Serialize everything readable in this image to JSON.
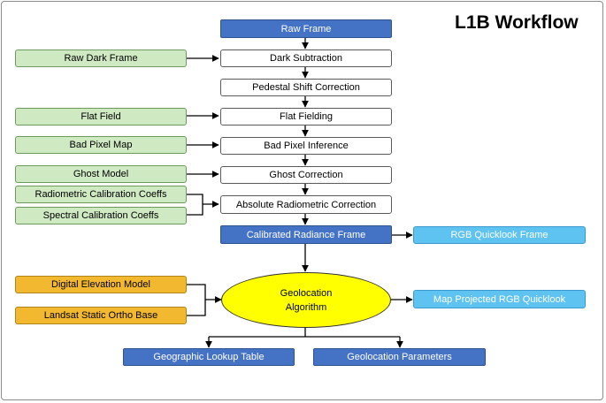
{
  "title": "L1B Workflow",
  "main_chain": {
    "raw_frame": "Raw Frame",
    "dark_subtraction": "Dark Subtraction",
    "pedestal_shift": "Pedestal Shift Correction",
    "flat_fielding": "Flat Fielding",
    "bad_pixel_inference": "Bad Pixel Inference",
    "ghost_correction": "Ghost Correction",
    "absolute_radiometric": "Absolute Radiometric Correction",
    "calibrated_radiance": "Calibrated Radiance Frame",
    "geolocation_line1": "Geolocation",
    "geolocation_line2": "Algorithm"
  },
  "inputs": {
    "raw_dark_frame": "Raw Dark Frame",
    "flat_field": "Flat Field",
    "bad_pixel_map": "Bad Pixel Map",
    "ghost_model": "Ghost Model",
    "radiometric_coeffs": "Radiometric Calibration Coeffs",
    "spectral_coeffs": "Spectral Calibration Coeffs",
    "digital_elevation_model": "Digital Elevation Model",
    "landsat_ortho_base": "Landsat Static Ortho Base"
  },
  "outputs": {
    "rgb_quicklook": "RGB Quicklook Frame",
    "map_projected_quicklook": "Map Projected RGB Quicklook",
    "geographic_lookup_table": "Geographic Lookup Table",
    "geolocation_parameters": "Geolocation Parameters"
  },
  "colors": {
    "process_fill": "#ffffff",
    "input_green": "#cfe9c2",
    "product_blue": "#4472c4",
    "quicklook_light_blue": "#5ec3f0",
    "geo_input_orange": "#f2b82f",
    "algorithm_yellow": "#ffff00"
  }
}
